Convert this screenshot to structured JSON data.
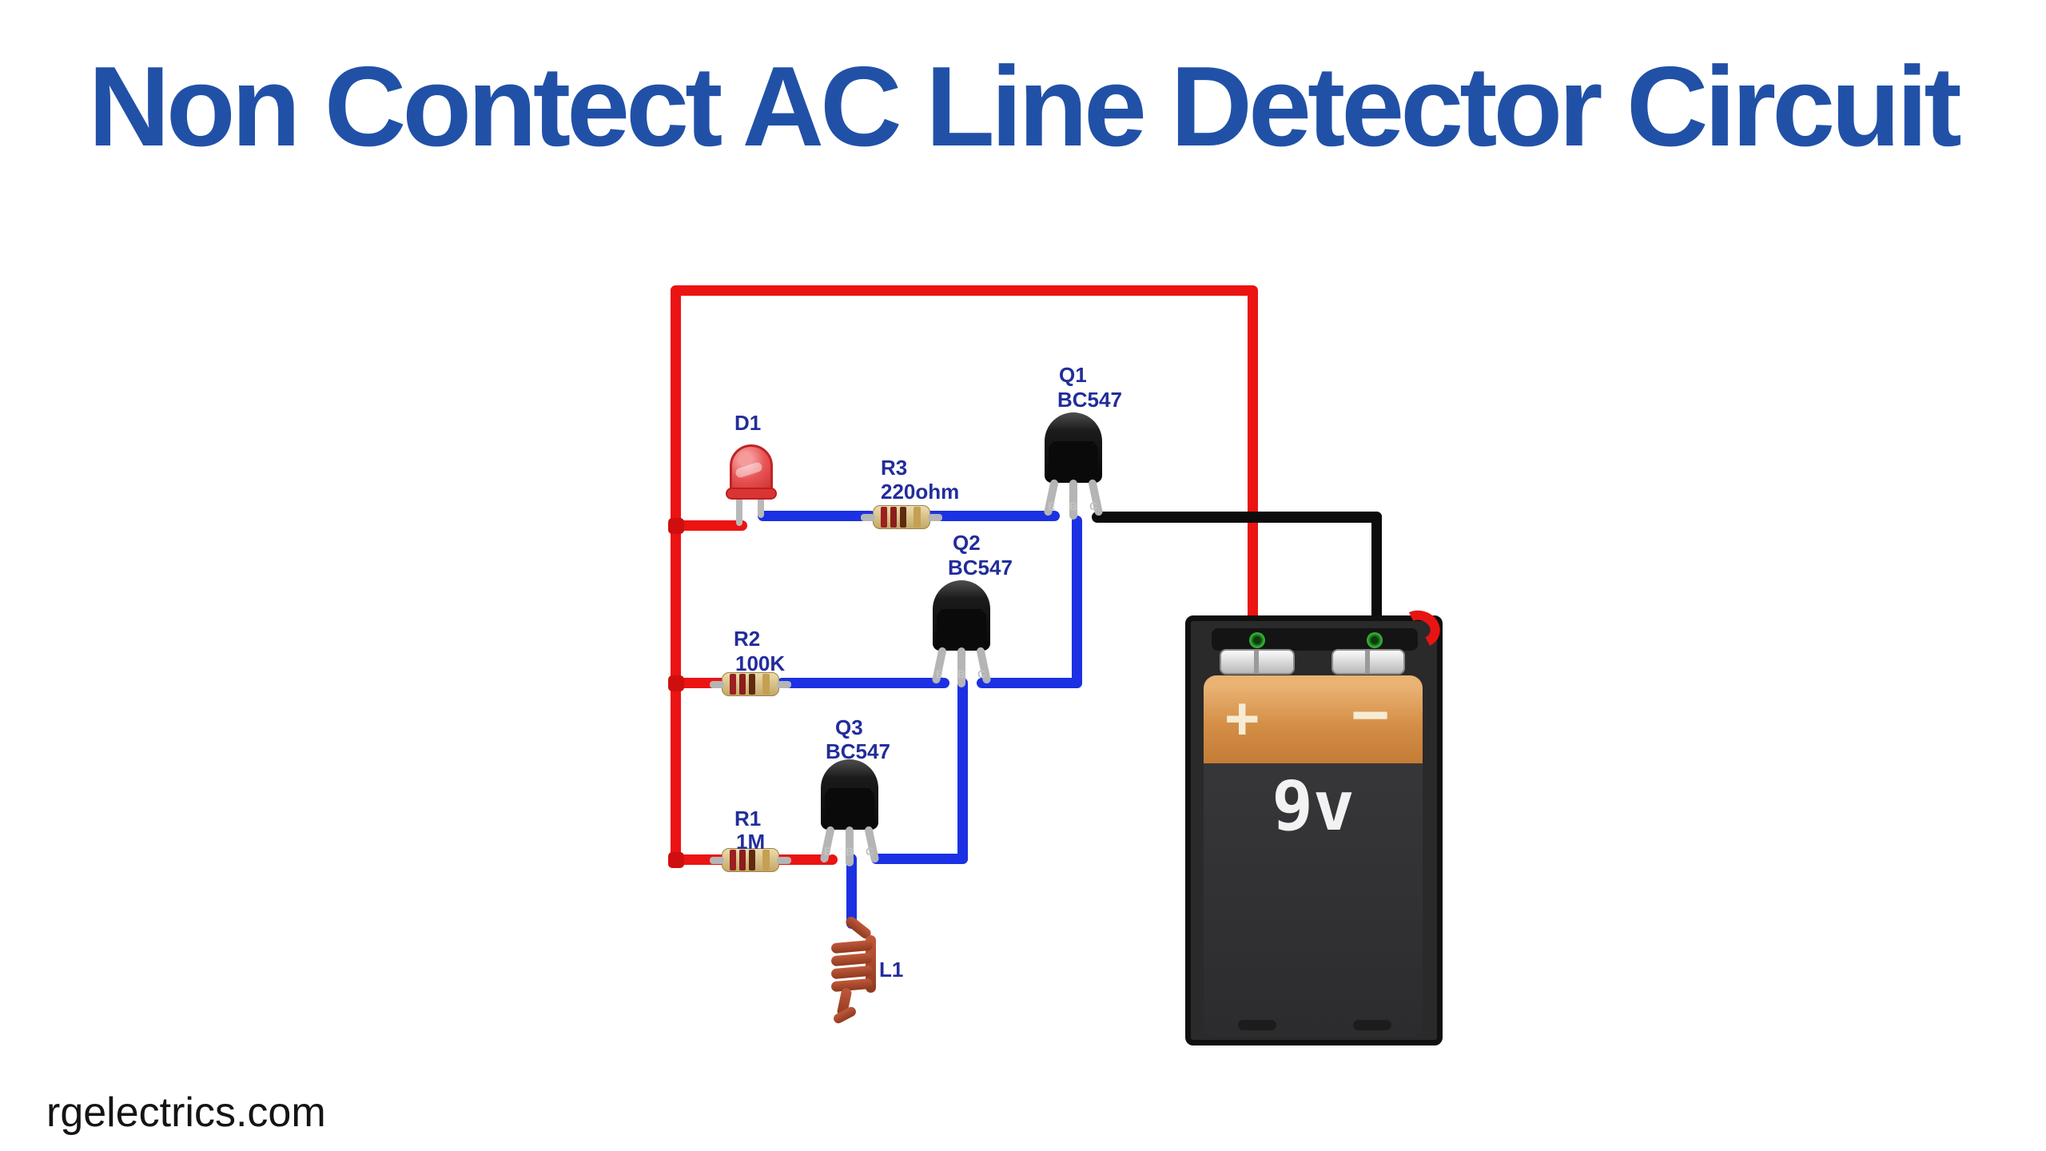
{
  "title": "Non Contect AC Line Detector Circuit",
  "watermark": "rgelectrics.com",
  "transistor_leads": [
    "E",
    "B",
    "C"
  ],
  "components": {
    "d1": {
      "ref": "D1"
    },
    "r3": {
      "ref": "R3",
      "value": "220ohm"
    },
    "r2": {
      "ref": "R2",
      "value": "100K"
    },
    "r1": {
      "ref": "R1",
      "value": "1M"
    },
    "q1": {
      "ref": "Q1",
      "part": "BC547"
    },
    "q2": {
      "ref": "Q2",
      "part": "BC547"
    },
    "q3": {
      "ref": "Q3",
      "part": "BC547"
    },
    "l1": {
      "ref": "L1"
    },
    "battery": {
      "voltage": "9v",
      "positive": "+",
      "negative": "−"
    }
  },
  "colors": {
    "title_blue": "#2151a7",
    "label_navy": "#222d9b",
    "wire_red": "#ec1313",
    "wire_blue": "#1b31e3",
    "wire_black": "#0c0c0c",
    "coil_copper": "#a8432a",
    "battery_orange": "#d28c44",
    "terminal_green": "#35b435",
    "resistor_body": "#d6bf84"
  }
}
